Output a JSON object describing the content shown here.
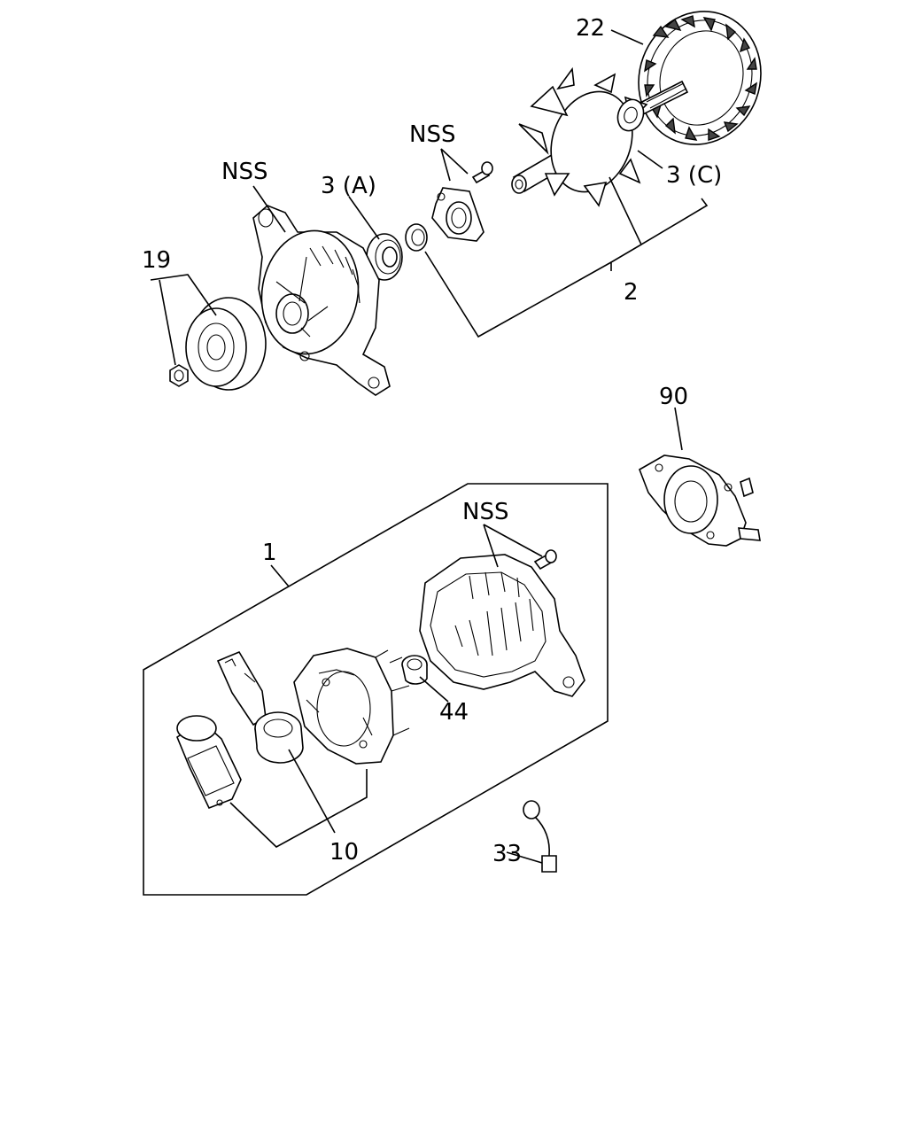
{
  "labels": {
    "l22": "22",
    "l_nss_top": "NSS",
    "l_nss_left": "NSS",
    "l3a": "3 (A)",
    "l3c": "3 (C)",
    "l19": "19",
    "l2": "2",
    "l90": "90",
    "l_nss_mid": "NSS",
    "l1": "1",
    "l44": "44",
    "l10": "10",
    "l33": "33"
  }
}
